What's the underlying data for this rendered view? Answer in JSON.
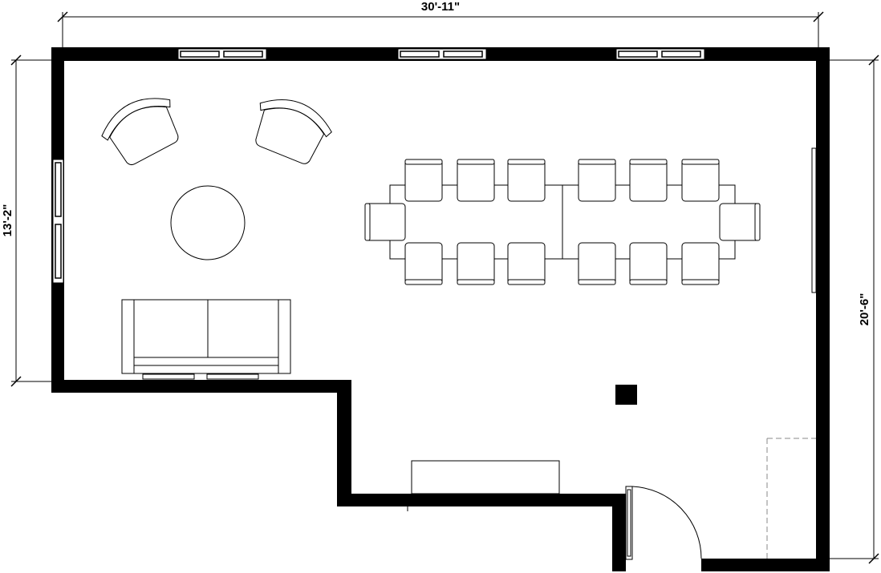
{
  "dimensions": {
    "width": "30'-11\"",
    "left_height": "13'-2\"",
    "right_height": "20'-6\""
  }
}
